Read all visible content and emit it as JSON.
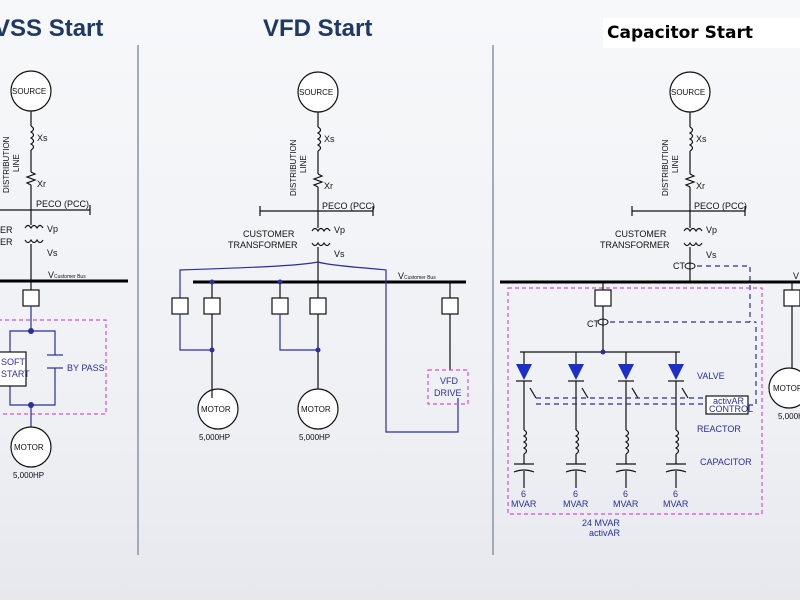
{
  "titles": {
    "left": "VSS Start",
    "middle": "VFD Start",
    "right": "Capacitor Start"
  },
  "labels": {
    "source": "SOURCE",
    "distribution_line": [
      "DISTRIBUTION",
      "LINE"
    ],
    "xs": "Xs",
    "xr": "Xr",
    "peco": "PECO (PCC)",
    "customer_transformer": [
      "CUSTOMER",
      "TRANSFORMER"
    ],
    "left_transformer_fragments": [
      "ER",
      "ER"
    ],
    "vp": "Vp",
    "vs": "Vs",
    "v_main": "V",
    "v_sub": "Customer Bus",
    "motor": "MOTOR",
    "hp": "5,000HP",
    "soft_start": [
      "SOFT",
      "START"
    ],
    "bypass": "BY PASS",
    "vfd_drive": [
      "VFD",
      "DRIVE"
    ],
    "ct": "CT",
    "valve": "VALVE",
    "reactor": "REACTOR",
    "capacitor": "CAPACITOR",
    "activar_control": [
      "activAR",
      "CONTROL"
    ],
    "mvar_each": [
      "6",
      "MVAR"
    ],
    "total_mvar": "24 MVAR",
    "activar": "activAR"
  },
  "colors": {
    "title": "#1f3864",
    "wire": "#111111",
    "control_wire": "#2b2f9a",
    "dashed_box": "#d24fd8",
    "divider": "#8a94a8"
  }
}
